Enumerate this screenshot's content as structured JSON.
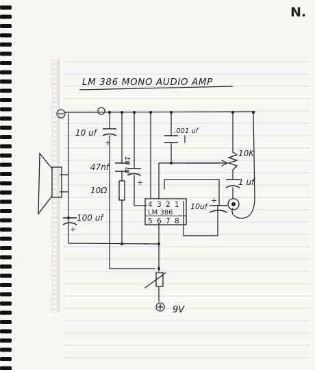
{
  "brand_mark": "N.",
  "title": "LM 386 MONO AUDIO AMP",
  "chip": {
    "name": "LM 386",
    "pins_top": "4 3 2 1",
    "pins_bottom": "5 6 7 8"
  },
  "labels": {
    "cap_10uf_top": "10 uf",
    "cap_10uf_vertical": "10 uf",
    "cap_47nf": "47nf",
    "res_10ohm": "10Ω",
    "cap_100uf": "100 uf",
    "cap_001uf": ".001 uf",
    "pot_10k": "10K",
    "cap_1uf": "1 uf",
    "cap_10uf_right": "10uf",
    "battery": "9V"
  },
  "colors": {
    "ink": "#1e1e28",
    "paper": "#f7f6f3",
    "rule_blue": "#aec3d6",
    "margin_red": "#d9a2a2",
    "binding": "#111111"
  }
}
